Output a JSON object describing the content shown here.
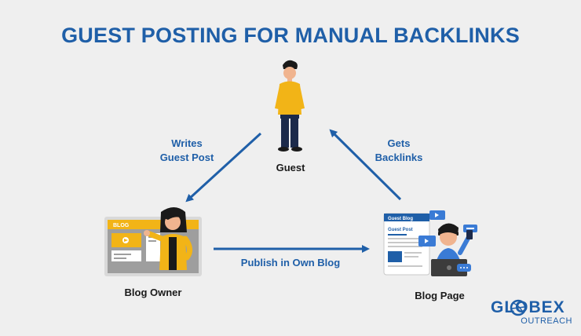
{
  "title": "GUEST POSTING FOR MANUAL BACKLINKS",
  "nodes": {
    "guest": "Guest",
    "blog_owner": "Blog Owner",
    "blog_page": "Blog Page"
  },
  "edges": {
    "writes_line1": "Writes",
    "writes_line2": "Guest Post",
    "gets_line1": "Gets",
    "gets_line2": "Backlinks",
    "publish": "Publish in Own Blog"
  },
  "illustrations": {
    "blog_screen_tag": "BLOG",
    "blog_page_header": "Guest Blog",
    "blog_page_subheader": "Guest Post"
  },
  "logo": {
    "main": "GLOBEX",
    "sub": "OUTREACH"
  },
  "colors": {
    "primary": "#1f5fa8",
    "accent_yellow": "#f2b417",
    "background": "#efefef"
  }
}
